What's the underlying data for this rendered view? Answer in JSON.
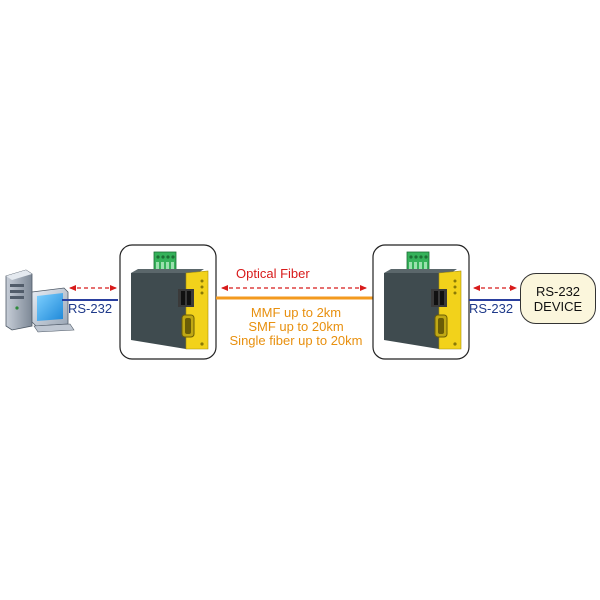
{
  "diagram": {
    "fiber_link": {
      "title": "Optical Fiber",
      "specs": [
        "MMF up to 2km",
        "SMF up to 20km",
        "Single fiber up to 20km"
      ]
    },
    "left_connection": {
      "label": "RS-232"
    },
    "right_connection": {
      "label": "RS-232"
    },
    "device": {
      "line1": "RS-232",
      "line2": "DEVICE"
    },
    "colors": {
      "fiber": "#f39a1f",
      "fiber_text": "#e8900f",
      "arrow": "#d81b1b",
      "cable": "#2a3f9e",
      "cable_text": "#1f3a8a",
      "converter_body": "#3f4b4f",
      "converter_panel": "#f2d21b",
      "terminal_block": "#35b25a",
      "device_fill": "#fbf6dc"
    },
    "icons": [
      "pc-icon",
      "media-converter-icon",
      "media-converter-icon"
    ]
  }
}
